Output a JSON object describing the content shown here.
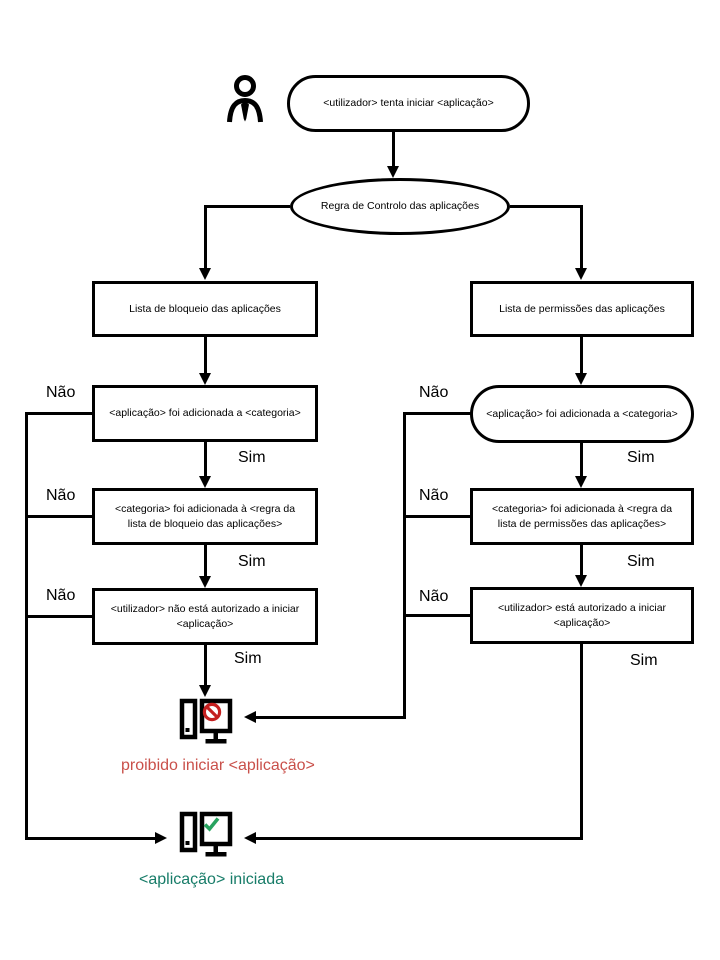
{
  "flowchart": {
    "start": "<utilizador> tenta iniciar <aplicação>",
    "rule": "Regra de Controlo das aplicações",
    "left": {
      "list": "Lista de bloqueio das aplicações",
      "check_app": "<aplicação> foi adicionada a <categoria>",
      "check_category": "<categoria> foi adicionada à <regra da lista de bloqueio das aplicações>",
      "verdict": "<utilizador> não está autorizado a iniciar <aplicação>"
    },
    "right": {
      "list": "Lista de permissões das aplicações",
      "check_app": "<aplicação> foi adicionada a <categoria>",
      "check_category": "<categoria> foi adicionada à <regra da lista de permissões das aplicações>",
      "verdict": "<utilizador> está autorizado a iniciar <aplicação>"
    },
    "labels": {
      "no": "Não",
      "yes": "Sim"
    },
    "outcomes": {
      "denied": "proibido iniciar <aplicação>",
      "started": "<aplicação> iniciada"
    },
    "icons": {
      "actor": "user-icon",
      "denied": "computer-blocked-icon",
      "started": "computer-check-icon"
    },
    "colors": {
      "line": "#000000",
      "denied_text": "#c9504a",
      "prohibition_sign": "#c41f1f",
      "started_text": "#177c68",
      "check_mark": "#27a35f"
    }
  }
}
